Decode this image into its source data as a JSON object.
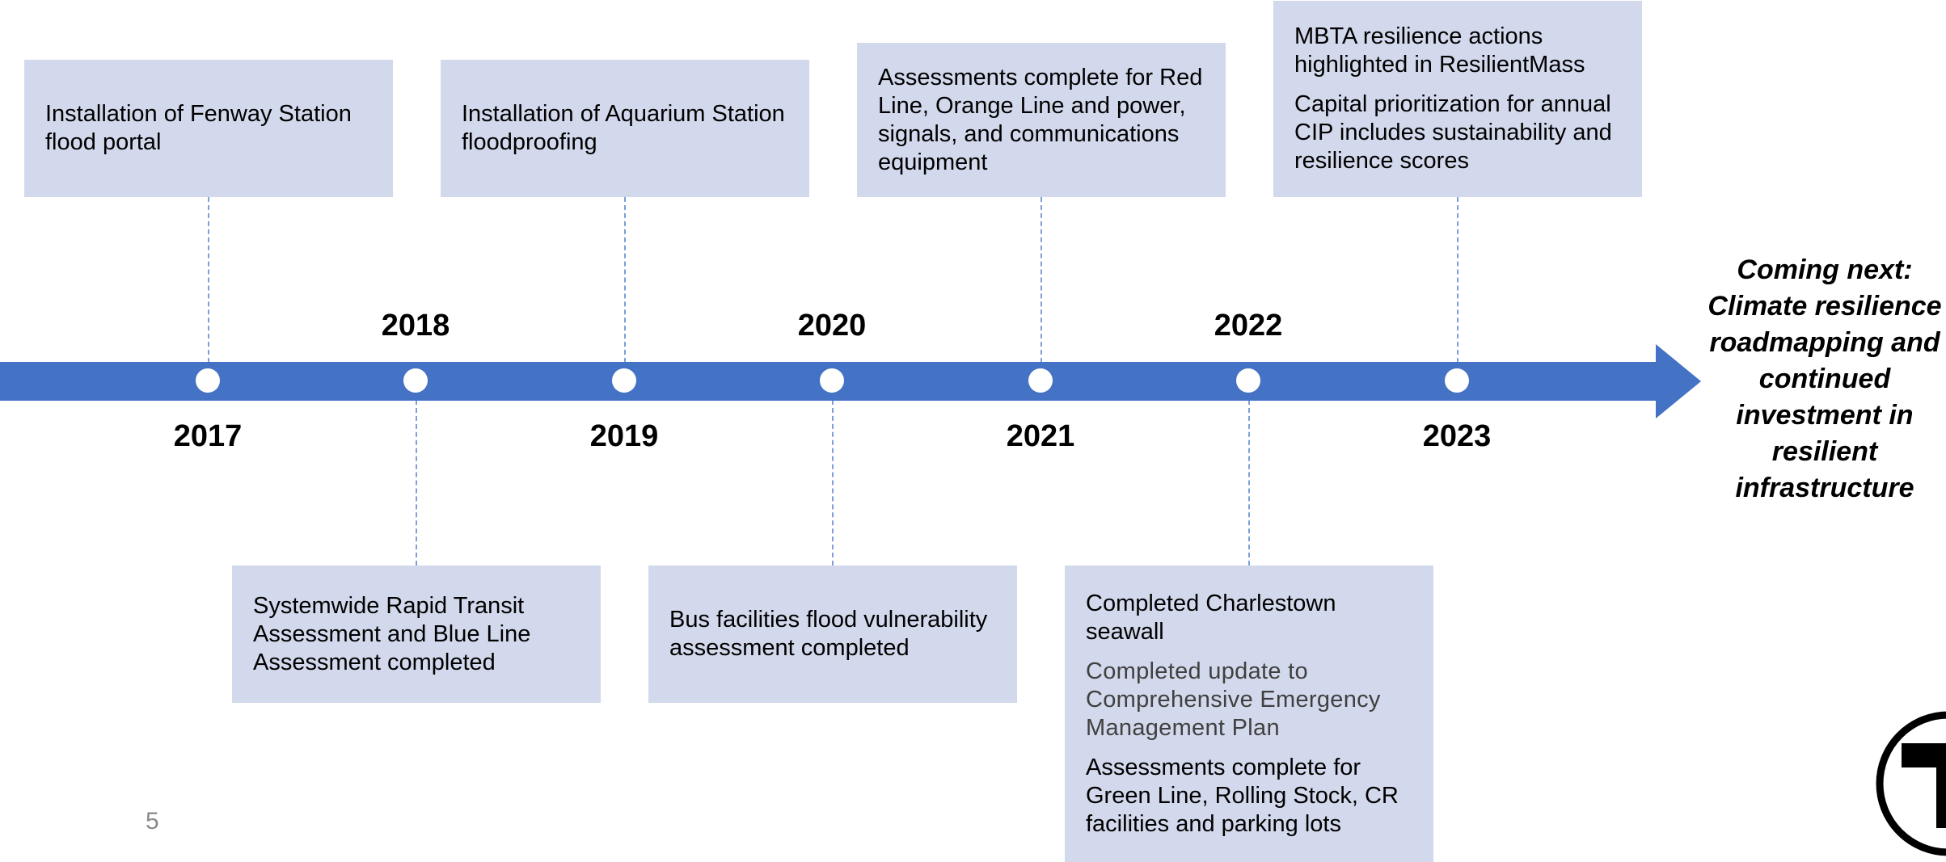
{
  "timeline": {
    "years": {
      "y2017": "2017",
      "y2018": "2018",
      "y2019": "2019",
      "y2020": "2020",
      "y2021": "2021",
      "y2022": "2022",
      "y2023": "2023"
    },
    "events": {
      "e2017": [
        "Installation of Fenway Station flood portal"
      ],
      "e2018": [
        "Systemwide Rapid Transit Assessment and Blue Line Assessment completed"
      ],
      "e2019": [
        "Installation of Aquarium Station floodproofing"
      ],
      "e2020": [
        "Bus facilities flood vulnerability assessment completed"
      ],
      "e2021": [
        "Assessments complete for Red Line, Orange Line and power, signals, and communications equipment"
      ],
      "e2022": [
        "Completed Charlestown seawall",
        "Completed update to Comprehensive Emergency Management Plan",
        "Assessments complete for Green Line, Rolling Stock, CR facilities and parking lots"
      ],
      "e2023": [
        "MBTA resilience actions highlighted in ResilientMass",
        "Capital prioritization for annual CIP includes sustainability and resilience scores"
      ]
    },
    "coming_next": "Coming next: Climate resilience roadmapping and continued investment in resilient infrastructure"
  },
  "slide": {
    "page_number": "5"
  },
  "logo": {
    "letter": "T",
    "icon": "mbta-t-logo-icon"
  },
  "colors": {
    "arrow": "#4472c4",
    "box": "#d3d9ec",
    "connector": "#7f9fd6"
  }
}
